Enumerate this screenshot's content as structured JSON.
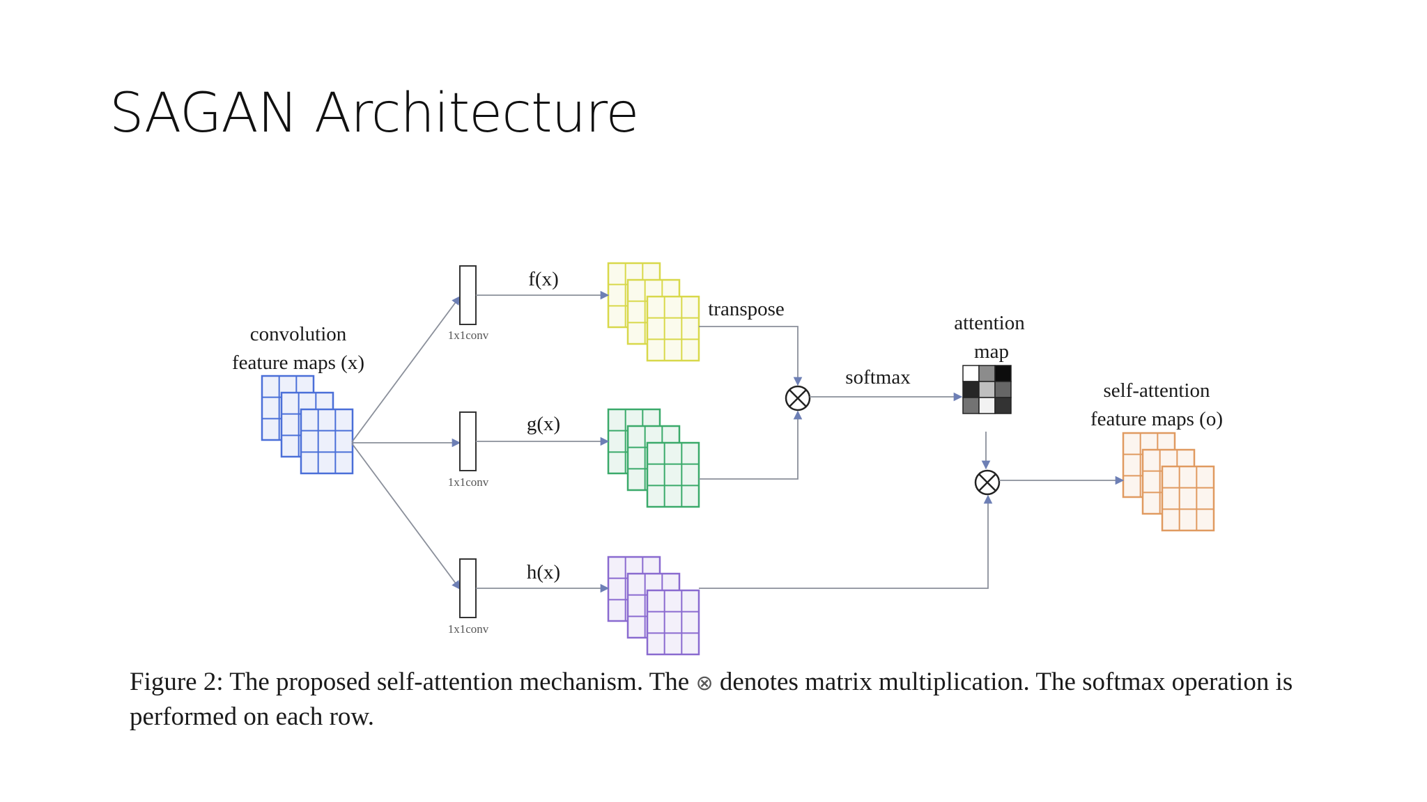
{
  "slide": {
    "title": "SAGAN Architecture"
  },
  "figure": {
    "input_label_line1": "convolution",
    "input_label_line2": "feature maps (x)",
    "conv_label": "1x1conv",
    "f_label": "f(x)",
    "g_label": "g(x)",
    "h_label": "h(x)",
    "transpose_label": "transpose",
    "softmax_label": "softmax",
    "attention_label_line1": "attention",
    "attention_label_line2": "map",
    "output_label_line1": "self-attention",
    "output_label_line2": "feature maps (o)",
    "matmul_symbol": "⊗",
    "colors": {
      "input": "#4a6fd8",
      "f": "#d8d84a",
      "g": "#3aaa6a",
      "h": "#8a6ad0",
      "output": "#e09a60"
    },
    "attention_map_cells": [
      0.0,
      0.45,
      0.95,
      0.85,
      0.25,
      0.6,
      0.55,
      0.05,
      0.8
    ]
  },
  "caption": {
    "text_before": "Figure 2: The proposed self-attention mechanism. The ",
    "symbol": "⊗",
    "text_after": " denotes matrix multiplication. The softmax operation is performed on each row."
  }
}
